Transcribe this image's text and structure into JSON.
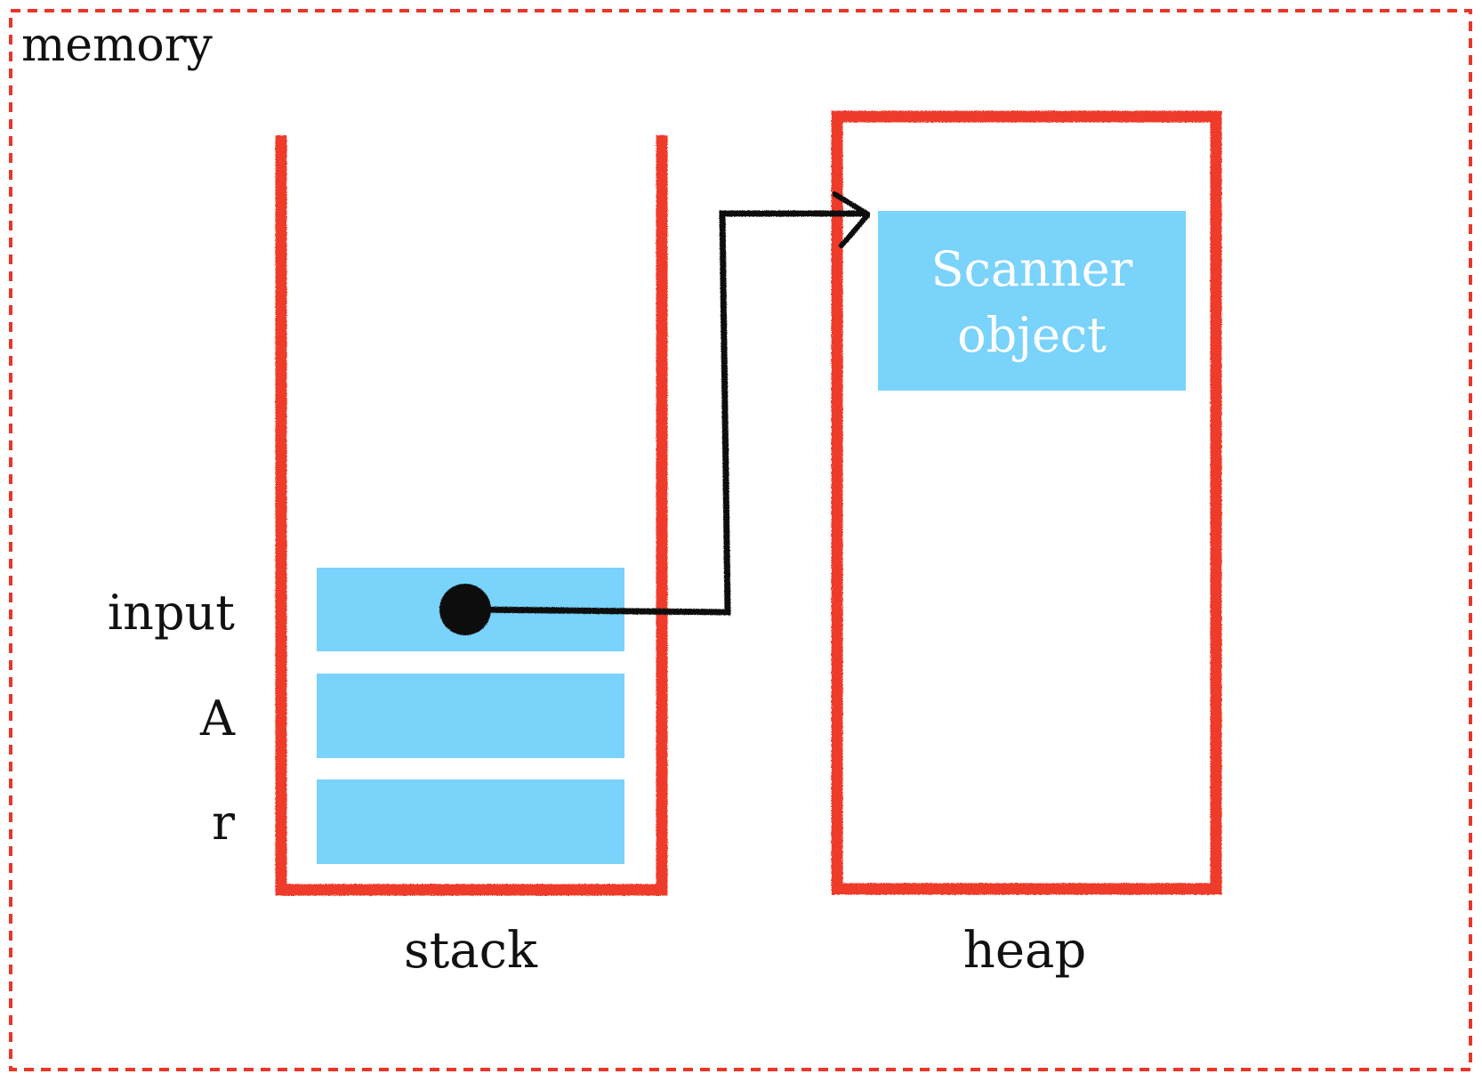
{
  "diagram": {
    "memory_label": "memory",
    "stack": {
      "label": "stack",
      "variables": [
        "input",
        "A",
        "r"
      ]
    },
    "heap": {
      "label": "heap",
      "object_label_line1": "Scanner",
      "object_label_line2": "object"
    },
    "colors": {
      "memory_border": "#e8362a",
      "region_border": "#ee3a2c",
      "cell_fill": "#79d3fa",
      "object_fill": "#79d3fa",
      "object_text": "#ffffff",
      "pointer": "#111111",
      "text": "#111111"
    },
    "icons": {
      "pointer_dot": "filled-circle",
      "arrowhead": "open-chevron"
    }
  }
}
